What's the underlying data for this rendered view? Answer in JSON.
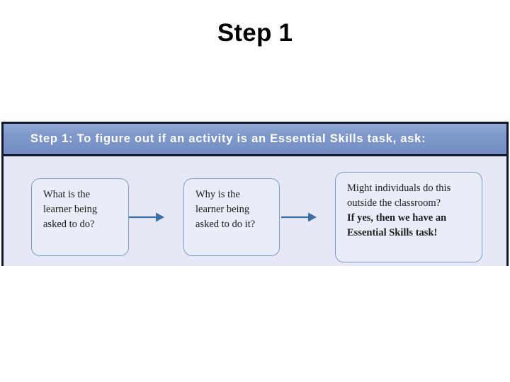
{
  "slide": {
    "title": "Step 1",
    "background_color": "#ffffff"
  },
  "diagram": {
    "frame_border_color": "#14182b",
    "body_background_color": "#e6e9f5",
    "header": {
      "text": "Step  1: To figure out if an activity is an Essential Skills task, ask:",
      "background_color": "#7f98ca",
      "text_color": "#ffffff"
    },
    "boxes": [
      {
        "id": "box-1",
        "fill_color": "#e9edf8",
        "border_color": "#7d9ac4",
        "lines": [
          {
            "text": "What is the",
            "bold": false
          },
          {
            "text": "learner being",
            "bold": false
          },
          {
            "text": "asked to do?",
            "bold": false
          }
        ]
      },
      {
        "id": "box-2",
        "fill_color": "#e9edf8",
        "border_color": "#7d9ac4",
        "lines": [
          {
            "text": "Why is the",
            "bold": false
          },
          {
            "text": "learner being",
            "bold": false
          },
          {
            "text": "asked to do it?",
            "bold": false
          }
        ]
      },
      {
        "id": "box-3",
        "fill_color": "#e9edf8",
        "border_color": "#7d9ac4",
        "lines": [
          {
            "text": "Might individuals do this",
            "bold": false
          },
          {
            "text": "outside the classroom?",
            "bold": false
          },
          {
            "text": "If yes, then we have an",
            "bold": true
          },
          {
            "text": "Essential Skills task!",
            "bold": true
          }
        ]
      }
    ],
    "arrows": [
      {
        "id": "arrow-1",
        "name": "arrow-right-icon",
        "color": "#3b6ea5"
      },
      {
        "id": "arrow-2",
        "name": "arrow-right-icon",
        "color": "#3b6ea5"
      }
    ]
  }
}
